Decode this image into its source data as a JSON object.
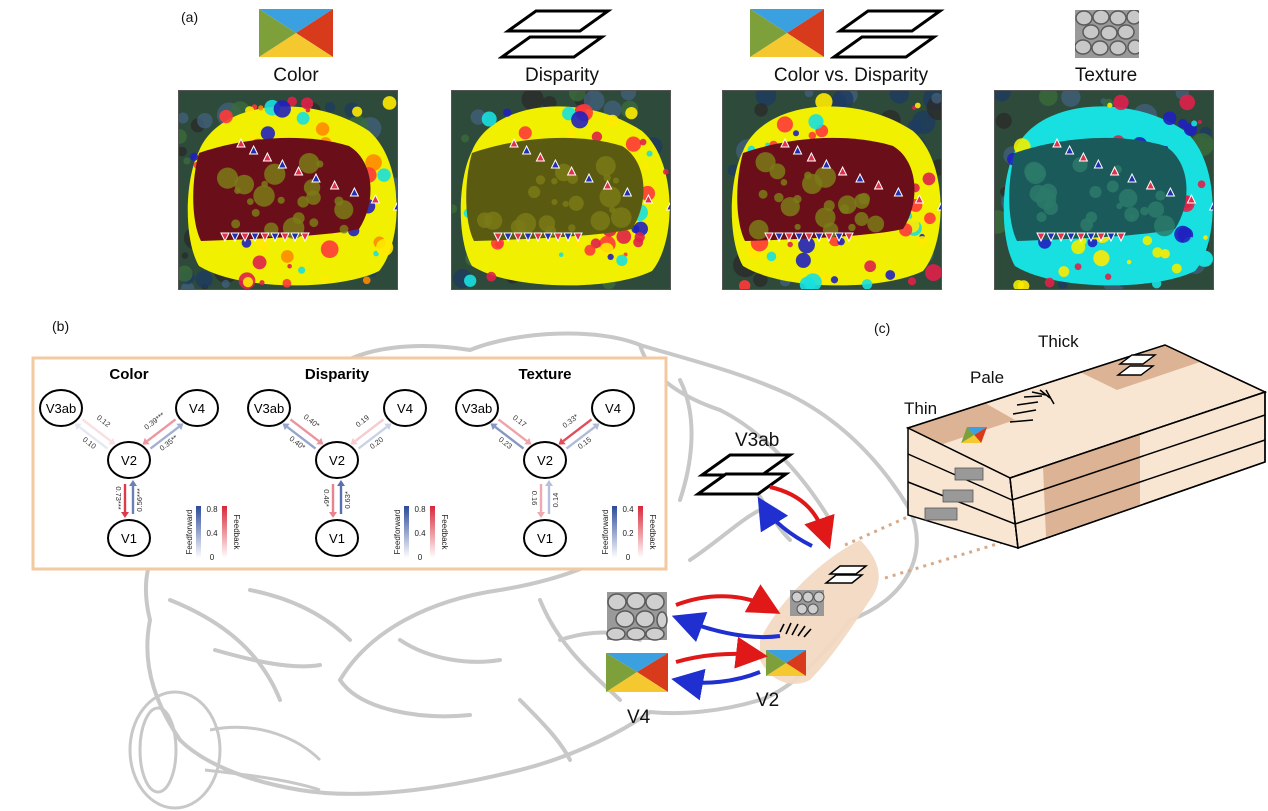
{
  "panel_a": {
    "label": "(a)",
    "columns": [
      "Color",
      "Disparity",
      "Color vs. Disparity",
      "Texture"
    ]
  },
  "panel_b": {
    "label": "(b)",
    "networks": [
      {
        "title": "Color",
        "nodes": [
          "V3ab",
          "V4",
          "V2",
          "V1"
        ],
        "weights": {
          "v3ab_ff": "0.10",
          "v3ab_fb": "0.12",
          "v4_ff": "0.35**",
          "v4_fb": "0.39***",
          "v1_ff": "0.56***",
          "v1_fb": "0.73***"
        },
        "colorbar": {
          "ticks": [
            "0.8",
            "0.4",
            "0"
          ],
          "ff_label": "Feedforward",
          "fb_label": "Feedback"
        }
      },
      {
        "title": "Disparity",
        "nodes": [
          "V3ab",
          "V4",
          "V2",
          "V1"
        ],
        "weights": {
          "v3ab_ff": "0.40*",
          "v3ab_fb": "0.40*",
          "v4_ff": "0.20",
          "v4_fb": "0.19",
          "v1_ff": "0.63*",
          "v1_fb": "0.46*"
        },
        "colorbar": {
          "ticks": [
            "0.8",
            "0.4",
            "0"
          ],
          "ff_label": "Feedforward",
          "fb_label": "Feedback"
        }
      },
      {
        "title": "Texture",
        "nodes": [
          "V3ab",
          "V4",
          "V2",
          "V1"
        ],
        "weights": {
          "v3ab_ff": "0.23",
          "v3ab_fb": "0.17",
          "v4_ff": "0.15",
          "v4_fb": "0.33*",
          "v1_ff": "0.14",
          "v1_fb": "0.16"
        },
        "colorbar": {
          "ticks": [
            "0.4",
            "0.2",
            "0"
          ],
          "ff_label": "Feedforward",
          "fb_label": "Feedback"
        }
      }
    ]
  },
  "brain": {
    "v3ab": "V3ab",
    "v4": "V4",
    "v2": "V2"
  },
  "panel_c": {
    "label": "(c)",
    "stripes": [
      "Thick",
      "Pale",
      "Thin"
    ]
  },
  "colors": {
    "feedforward": "#1f2fd0",
    "feedback": "#e01818",
    "panel_border": "#f3c9a0",
    "stripe_dark": "#dcb394",
    "stripe_light": "#f8e6d3"
  }
}
